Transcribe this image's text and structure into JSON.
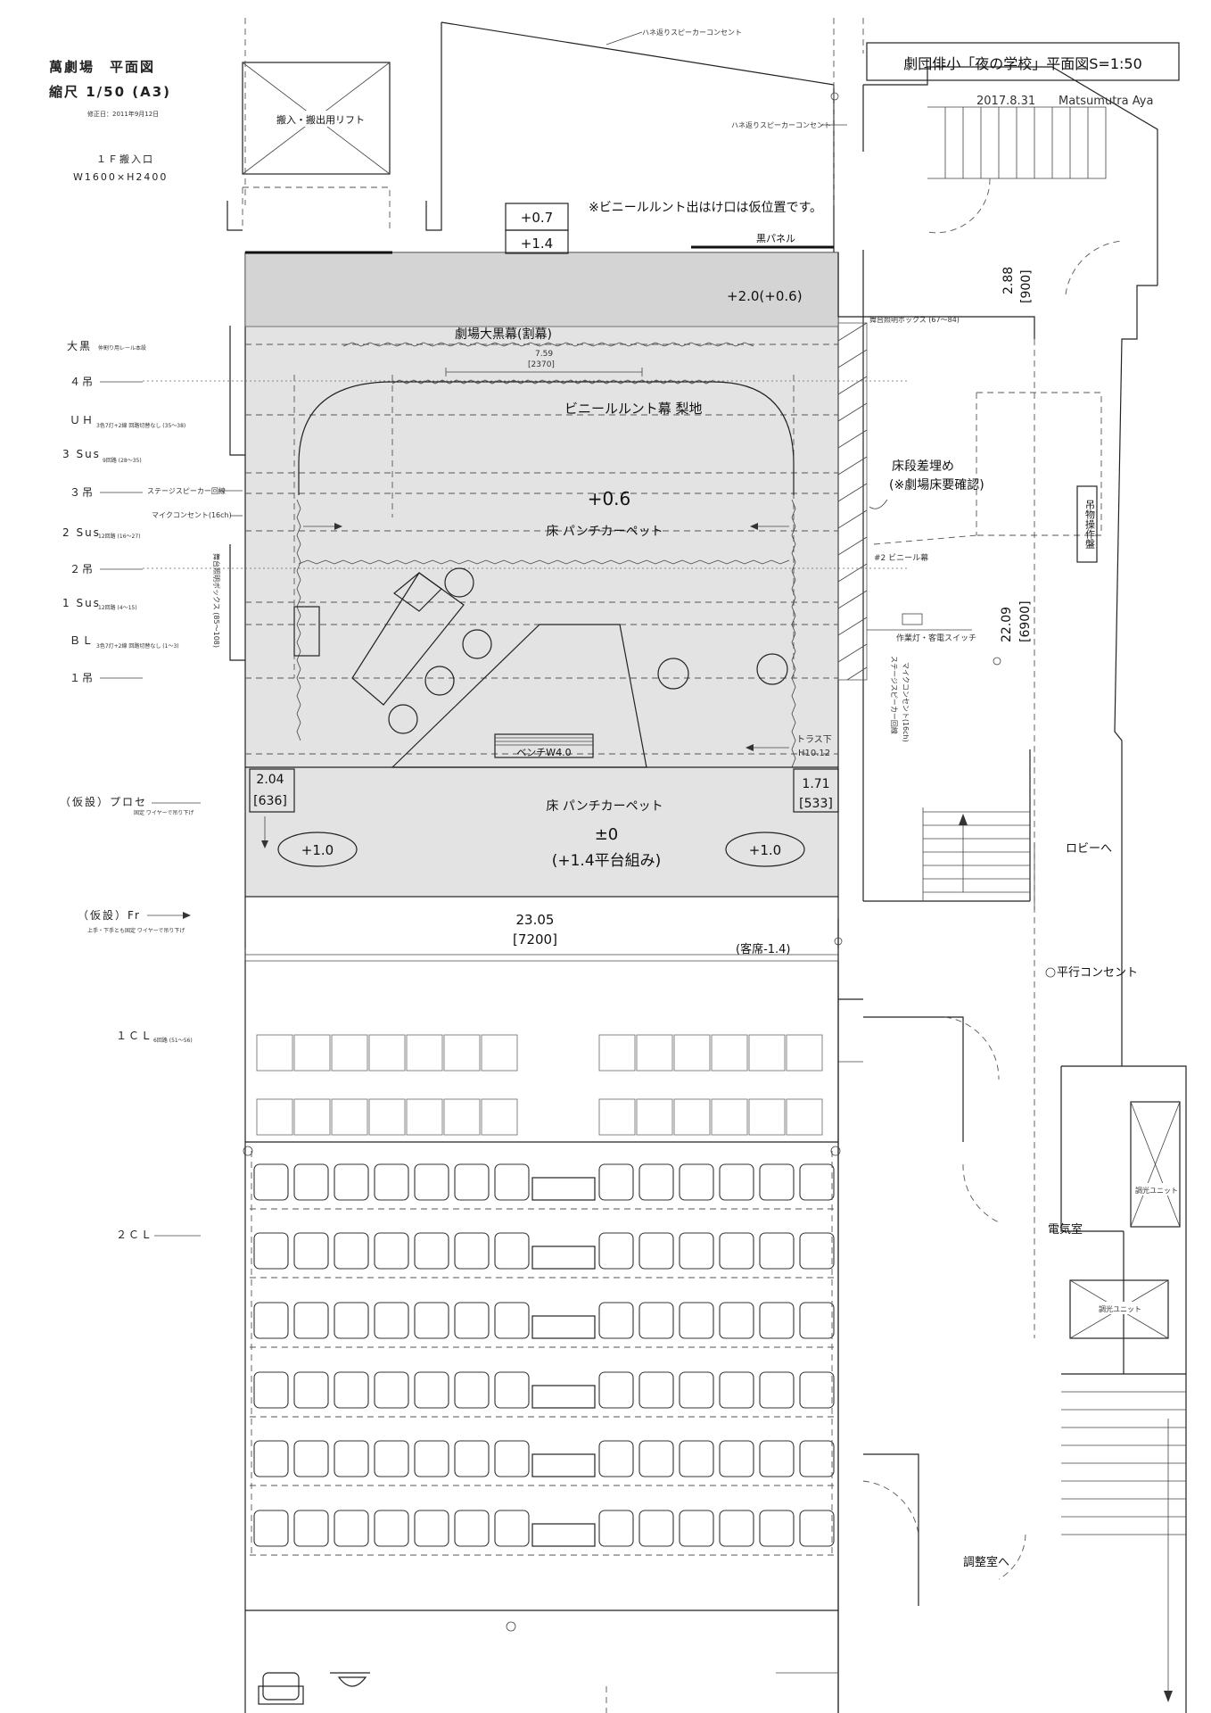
{
  "venue": {
    "name": "萬劇場　平面図",
    "scale": "縮尺 1/50 (A3)",
    "revision": "修正日：2011年9月12日",
    "entrance_title": "１Ｆ搬入口",
    "entrance_size": "W1600×H2400",
    "lift": "搬入・搬出用リフト"
  },
  "title_block": {
    "title": "劇団俳小「夜の学校」平面図S=1:50",
    "date": "2017.8.31",
    "author": "Matsumutra Aya"
  },
  "rigging_left": {
    "oguro": "大黒",
    "oguro_note": "仲割り用レール本設",
    "bar4": "４吊",
    "uh": "ＵＨ",
    "uh_note": "3色7灯+2線  回路切替なし (35〜38)",
    "sus3": "3 Sus",
    "sus3_note": "9回路 (28〜35)",
    "bar3": "３吊",
    "stage_speaker": "ステージスピーカー回線",
    "mic_outlet": "マイクコンセント(16ch)",
    "sus2": "2 Sus",
    "sus2_note": "12回路 (16〜27)",
    "bar2": "２吊",
    "sus1": "1 Sus",
    "sus1_note": "12回路 (4〜15)",
    "bl": "ＢＬ",
    "bl_note": "3色7灯+2線  回路切替なし (1〜3)",
    "bar1": "１吊",
    "box_left": "舞台照明ボックス (85〜108)",
    "proscenium": "（仮設）プロセ",
    "proscenium_note": "固定 ワイヤーで吊り下げ",
    "front": "（仮設）Fr",
    "front_note": "上手・下手とも固定 ワイヤーで吊り下げ",
    "cl1": "１ＣＬ",
    "cl1_note": "6回路 (51〜56)",
    "cl2": "２ＣＬ"
  },
  "stage": {
    "temp_note": "※ビニールルント出はけ口は仮位置です。",
    "step_a": "+0.7",
    "step_b": "+1.4",
    "black_panel": "黒パネル",
    "upper_level": "+2.0(+0.6)",
    "main_curtain": "劇場大黒幕(割幕)",
    "curtain_width": "7.59",
    "curtain_width_mm": "[2370]",
    "vinyl_curtain": "ビニールルント幕 梨地",
    "stage_level": "+0.6",
    "carpet": "床 パンチカーペット",
    "bench": "ベンチW4.0",
    "truss": "トラス下",
    "truss_height": "H10.12",
    "left_dim": "2.04",
    "left_dim_mm": "[636]",
    "right_dim": "1.71",
    "right_dim_mm": "[533]",
    "apron_carpet": "床 パンチカーペット",
    "apron_level": "±0",
    "apron_platform": "(+1.4平台組み)",
    "left_riser": "+1.0",
    "right_riser": "+1.0",
    "width": "23.05",
    "width_mm": "[7200]",
    "audience_level": "(客席-1.4)"
  },
  "right_side": {
    "speaker_top": "ハネ返りスピーカーコンセント",
    "speaker_mid": "ハネ返りスピーカーコンセント",
    "light_box": "舞台照明ボックス (67〜84)",
    "depth_top": "2.88",
    "depth_top_mm": "[900]",
    "floor_fill": "床段差埋め",
    "floor_fill_note": "(※劇場床要確認)",
    "fly": "吊物操作盤",
    "vinyl2": "#2 ビニール幕",
    "depth": "22.09",
    "depth_mm": "[6900]",
    "work_light": "作業灯・客電スイッチ",
    "speaker_line": "ステージスピーカー回線",
    "mic_line": "マイクコンセント(16ch)",
    "lobby": "ロビーへ",
    "outlet": "平行コンセント",
    "electric": "電気室",
    "dimmer1": "調光ユニット",
    "dimmer2": "調光ユニット",
    "control": "調整室へ"
  },
  "colors": {
    "stage_fill": "#e3e3e3",
    "line": "#222222"
  }
}
